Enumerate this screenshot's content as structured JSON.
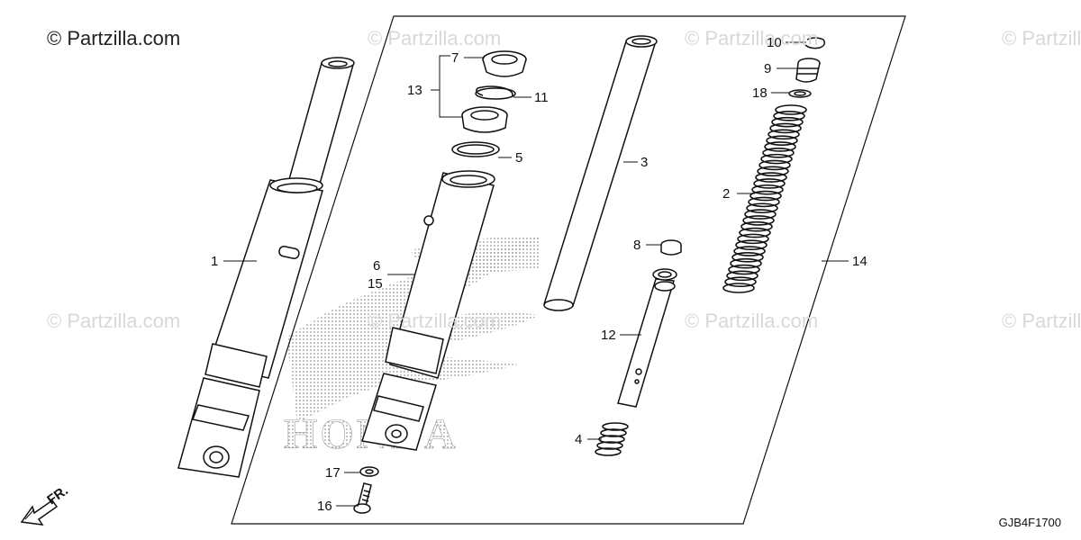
{
  "copyright": "© Partzilla.com",
  "watermark_text": "© Partzilla.com",
  "diagram_code": "GJB4F1700",
  "direction_label": "FR.",
  "background_logo_text": "HONDA",
  "callouts": [
    {
      "num": "1"
    },
    {
      "num": "2"
    },
    {
      "num": "3"
    },
    {
      "num": "4"
    },
    {
      "num": "5"
    },
    {
      "num": "6"
    },
    {
      "num": "15"
    },
    {
      "num": "7"
    },
    {
      "num": "8"
    },
    {
      "num": "9"
    },
    {
      "num": "10"
    },
    {
      "num": "11"
    },
    {
      "num": "12"
    },
    {
      "num": "13"
    },
    {
      "num": "14"
    },
    {
      "num": "16"
    },
    {
      "num": "17"
    },
    {
      "num": "18"
    }
  ],
  "colors": {
    "line": "#111111",
    "watermark": "#d8d8d8",
    "logo_dots": "#9a9a9a"
  }
}
